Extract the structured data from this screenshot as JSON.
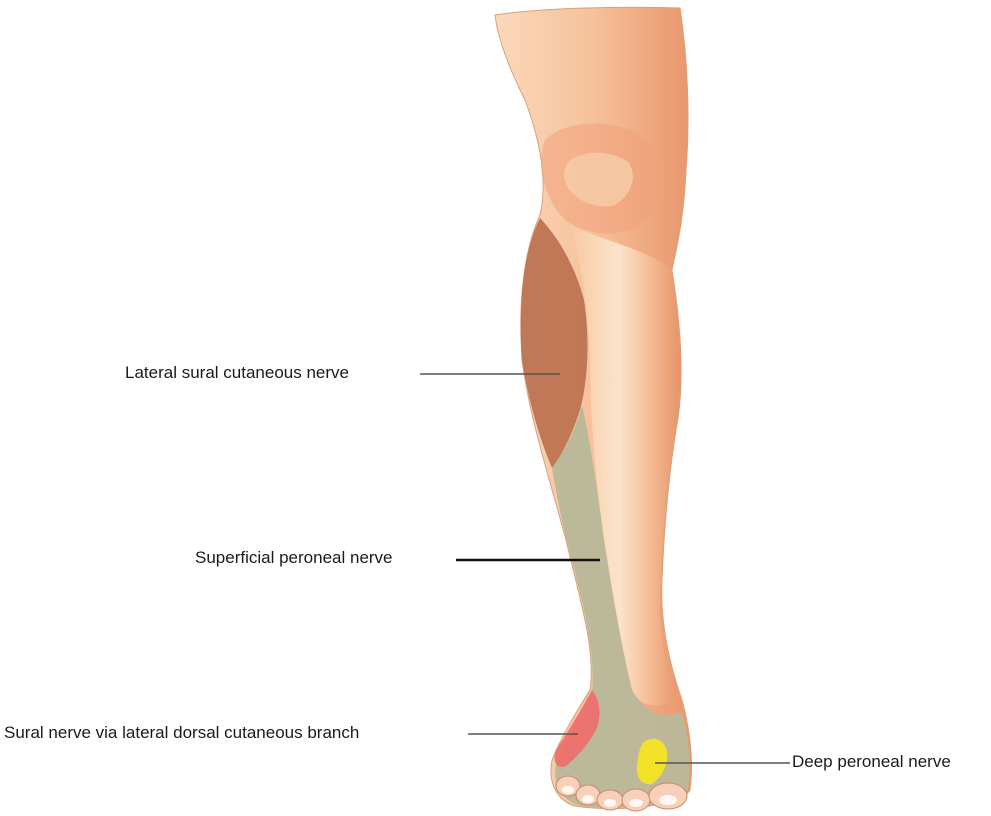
{
  "labels": {
    "lateral_sural": "Lateral sural cutaneous nerve",
    "superficial_peroneal": "Superficial peroneal nerve",
    "sural_via_lateral": "Sural nerve via lateral dorsal cutaneous branch",
    "deep_peroneal": "Deep peroneal nerve"
  },
  "colors": {
    "skin_light": "#fbe3c8",
    "skin_mid": "#f4b489",
    "skin_dark": "#e08a5c",
    "lateral_sural_region": "#b96f4c",
    "superficial_peroneal_region": "#b8b89a",
    "sural_region": "#ee6b6b",
    "deep_peroneal_region": "#f3e22a",
    "leader_line": "#333333"
  }
}
